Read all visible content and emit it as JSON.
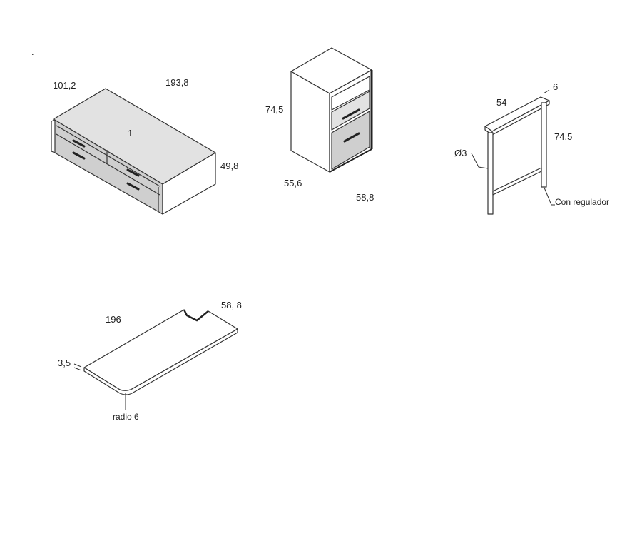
{
  "marker": ".",
  "bed_unit": {
    "depth": "101,2",
    "length": "193,8",
    "height": "49,8",
    "drawer_label": "1"
  },
  "cabinet": {
    "height": "74,5",
    "width": "55,6",
    "depth": "58,8"
  },
  "leg_frame": {
    "width": "54",
    "thickness": "6",
    "height": "74,5",
    "diameter": "Ø3",
    "regulator": "Con regulador"
  },
  "desk_top": {
    "length": "196",
    "depth": "58, 8",
    "thickness": "3,5",
    "radius": "radio 6"
  }
}
